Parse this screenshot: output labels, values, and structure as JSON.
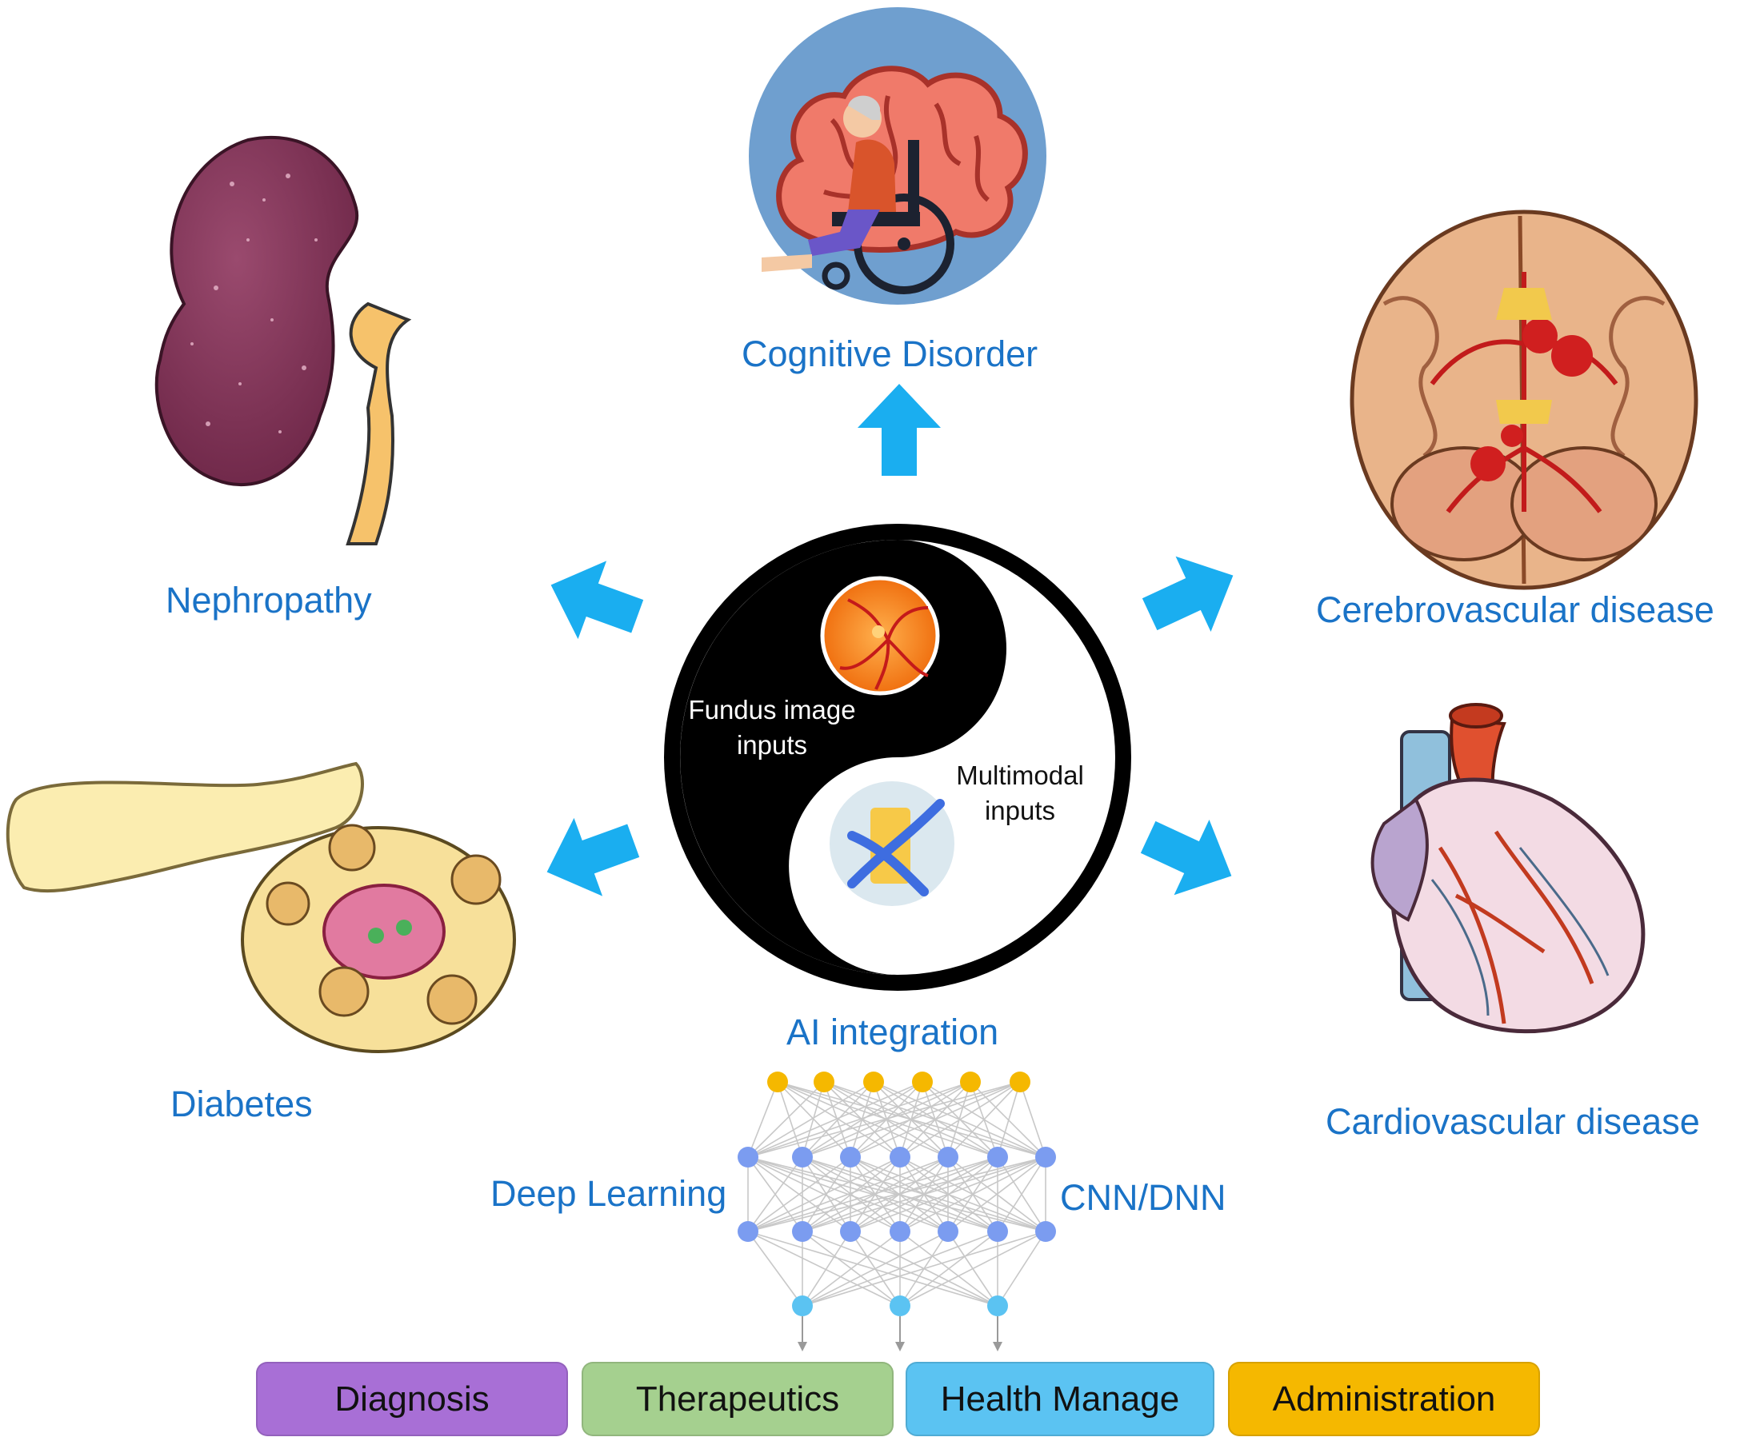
{
  "center": {
    "fundus_label": "Fundus image\ninputs",
    "multimodal_label": "Multimodal\ninputs"
  },
  "diseases": {
    "cognitive": "Cognitive Disorder",
    "nephropathy": "Nephropathy",
    "cerebrovascular": "Cerebrovascular disease",
    "diabetes": "Diabetes",
    "cardiovascular": "Cardiovascular disease"
  },
  "ai": {
    "title": "AI integration",
    "left_label": "Deep Learning",
    "right_label": "CNN/DNN"
  },
  "applications": [
    {
      "label": "Diagnosis",
      "color": "#a86fd6"
    },
    {
      "label": "Therapeutics",
      "color": "#a5d08f"
    },
    {
      "label": "Health Manage",
      "color": "#5bc3f2"
    },
    {
      "label": "Administration",
      "color": "#f5b800"
    }
  ],
  "colors": {
    "text_blue": "#1a73c7",
    "arrow_blue": "#1aaef0",
    "yin": "#000000",
    "yang": "#ffffff",
    "node_yellow": "#f5b800",
    "node_blue": "#7b9cf0",
    "node_cyan": "#5bc3f2"
  }
}
